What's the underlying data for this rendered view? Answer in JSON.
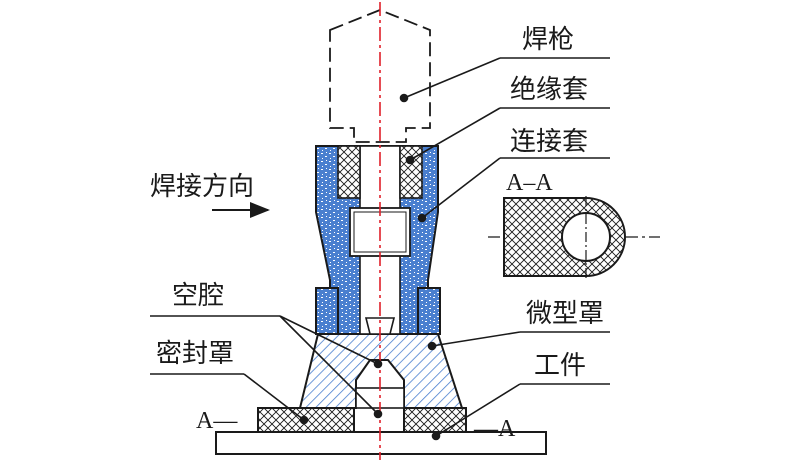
{
  "labels": {
    "welding_torch": "焊枪",
    "insulating_sleeve": "绝缘套",
    "connecting_sleeve": "连接套",
    "welding_direction": "焊接方向",
    "cavity": "空腔",
    "micro_shield": "微型罩",
    "sealing_shield": "密封罩",
    "workpiece": "工件",
    "section_title": "A–A",
    "section_mark_left": "A—",
    "section_mark_right": "—A"
  },
  "colors": {
    "line": "#1a1a1a",
    "insulator_fill": "#4a7fcf",
    "hatch": "#4a7fcf",
    "centerline": "#e0202a"
  }
}
